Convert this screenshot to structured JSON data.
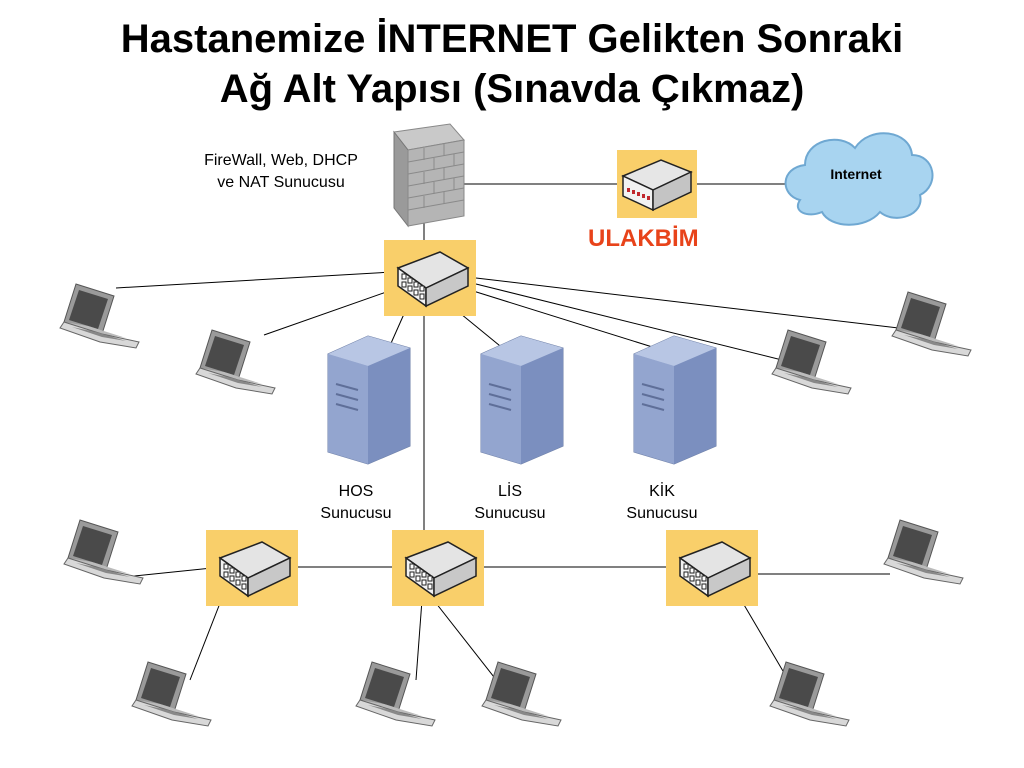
{
  "title": {
    "line1": "Hastanemize İNTERNET Gelikten Sonraki",
    "line2": "Ağ Alt Yapısı (Sınavda Çıkmaz)"
  },
  "labels": {
    "firewall_line1": "FireWall, Web, DHCP",
    "firewall_line2": "ve NAT Sunucusu",
    "router": "ULAKBİM",
    "internet": "Internet",
    "hos_line1": "HOS",
    "hos_line2": "Sunucusu",
    "lis_line1": "LİS",
    "lis_line2": "Sunucusu",
    "kik_line1": "KİK",
    "kik_line2": "Sunucusu"
  },
  "icons": {
    "firewall": "brick-wall-icon",
    "router": "router-icon",
    "switch": "network-switch-icon",
    "server": "tower-server-icon",
    "laptop": "laptop-icon",
    "cloud": "cloud-icon"
  },
  "colors": {
    "switch_highlight": "#f9cf6a",
    "router_label": "#e8431a",
    "server_body": "#8fa3c9",
    "cloud": "#a8d4f0"
  }
}
